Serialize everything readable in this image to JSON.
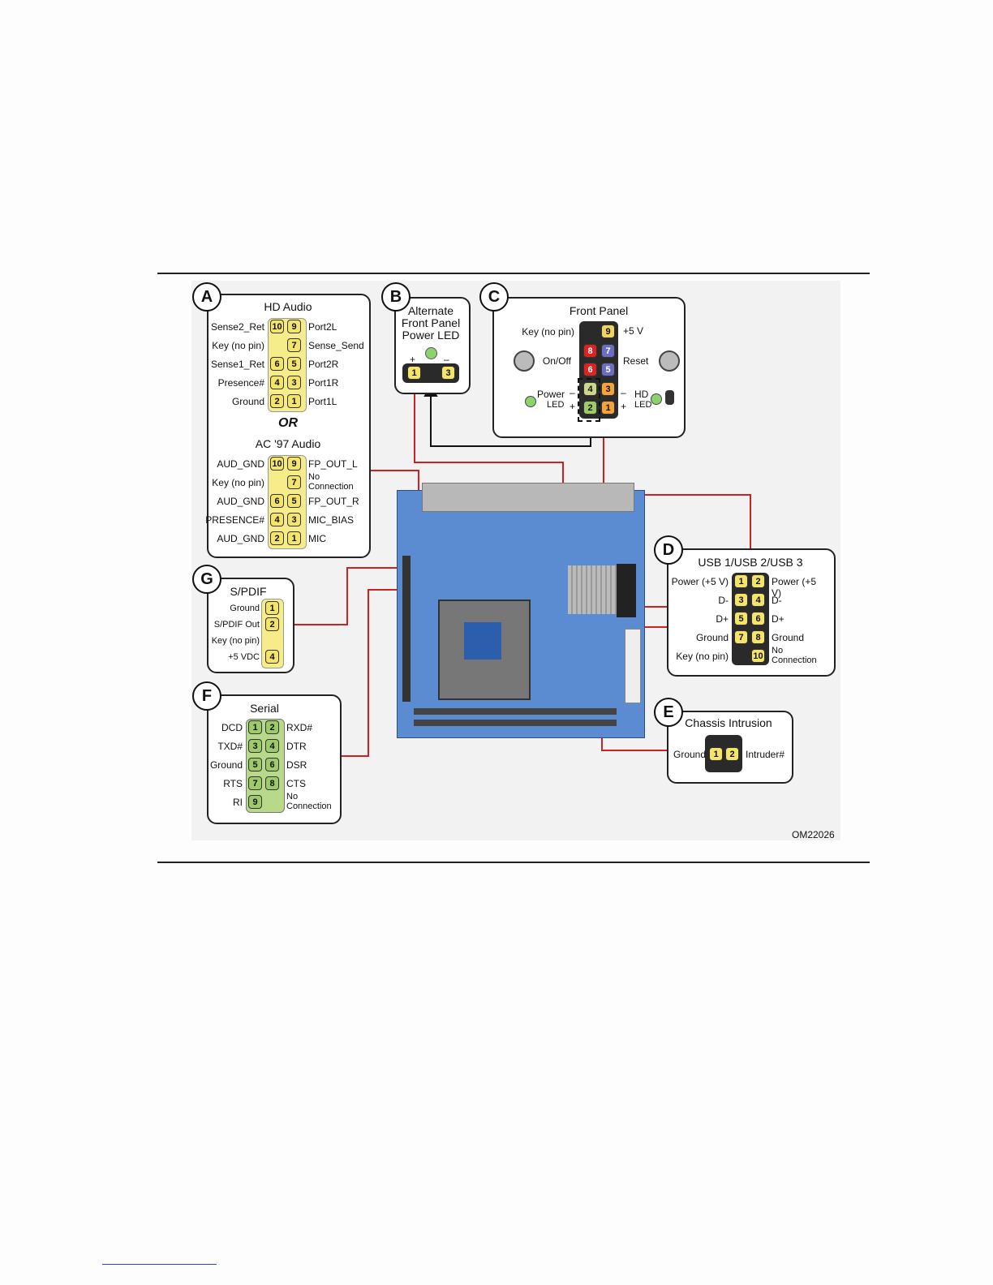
{
  "code": "OM22026",
  "A": {
    "letter": "A",
    "hd_title": "HD Audio",
    "hd_rows": [
      {
        "left": "Sense2_Ret",
        "pins": [
          "10",
          "9"
        ],
        "right": "Port2L"
      },
      {
        "left": "Key (no pin)",
        "pins": [
          "",
          "7"
        ],
        "right": "Sense_Send"
      },
      {
        "left": "Sense1_Ret",
        "pins": [
          "6",
          "5"
        ],
        "right": "Port2R"
      },
      {
        "left": "Presence#",
        "pins": [
          "4",
          "3"
        ],
        "right": "Port1R"
      },
      {
        "left": "Ground",
        "pins": [
          "2",
          "1"
        ],
        "right": "Port1L"
      }
    ],
    "or": "OR",
    "ac_title": "AC '97 Audio",
    "ac_rows": [
      {
        "left": "AUD_GND",
        "pins": [
          "10",
          "9"
        ],
        "right": "FP_OUT_L"
      },
      {
        "left": "Key (no pin)",
        "pins": [
          "",
          "7"
        ],
        "right": "No Connection"
      },
      {
        "left": "AUD_GND",
        "pins": [
          "6",
          "5"
        ],
        "right": "FP_OUT_R"
      },
      {
        "left": "PRESENCE#",
        "pins": [
          "4",
          "3"
        ],
        "right": "MIC_BIAS"
      },
      {
        "left": "AUD_GND",
        "pins": [
          "2",
          "1"
        ],
        "right": "MIC"
      }
    ]
  },
  "B": {
    "letter": "B",
    "title_l1": "Alternate",
    "title_l2": "Front Panel",
    "title_l3": "Power LED",
    "plus": "+",
    "minus": "–",
    "pins": [
      "1",
      "3"
    ]
  },
  "C": {
    "letter": "C",
    "title": "Front Panel",
    "key": "Key (no pin)",
    "plus5": "+5 V",
    "onoff": "On/Off",
    "reset": "Reset",
    "power_led_l1": "Power",
    "power_led_l2": "LED",
    "hd_led_l1": "HD",
    "hd_led_l2": "LED",
    "minus": "–",
    "plus": "+",
    "pins": [
      "9",
      "8",
      "7",
      "6",
      "5",
      "4",
      "3",
      "2",
      "1"
    ]
  },
  "D": {
    "letter": "D",
    "title": "USB 1/USB 2/USB 3",
    "rows": [
      {
        "left": "Power (+5 V)",
        "pins": [
          "1",
          "2"
        ],
        "right": "Power (+5 V)"
      },
      {
        "left": "D-",
        "pins": [
          "3",
          "4"
        ],
        "right": "D-"
      },
      {
        "left": "D+",
        "pins": [
          "5",
          "6"
        ],
        "right": "D+"
      },
      {
        "left": "Ground",
        "pins": [
          "7",
          "8"
        ],
        "right": "Ground"
      },
      {
        "left": "Key (no pin)",
        "pins": [
          "",
          "10"
        ],
        "right": "No Connection"
      }
    ]
  },
  "E": {
    "letter": "E",
    "title": "Chassis Intrusion",
    "left": "Ground",
    "right": "Intruder#",
    "pins": [
      "1",
      "2"
    ]
  },
  "F": {
    "letter": "F",
    "title": "Serial",
    "rows": [
      {
        "left": "DCD",
        "pins": [
          "1",
          "2"
        ],
        "right": "RXD#"
      },
      {
        "left": "TXD#",
        "pins": [
          "3",
          "4"
        ],
        "right": "DTR"
      },
      {
        "left": "Ground",
        "pins": [
          "5",
          "6"
        ],
        "right": "DSR"
      },
      {
        "left": "RTS",
        "pins": [
          "7",
          "8"
        ],
        "right": "CTS"
      },
      {
        "left": "RI",
        "pins": [
          "9",
          ""
        ],
        "right": "No Connection"
      }
    ]
  },
  "G": {
    "letter": "G",
    "title": "S/PDIF",
    "rows": [
      {
        "left": "Ground",
        "pin": "1"
      },
      {
        "left": "S/PDIF Out",
        "pin": "2"
      },
      {
        "left": "Key (no pin)",
        "pin": ""
      },
      {
        "left": "+5 VDC",
        "pin": "4"
      }
    ]
  }
}
